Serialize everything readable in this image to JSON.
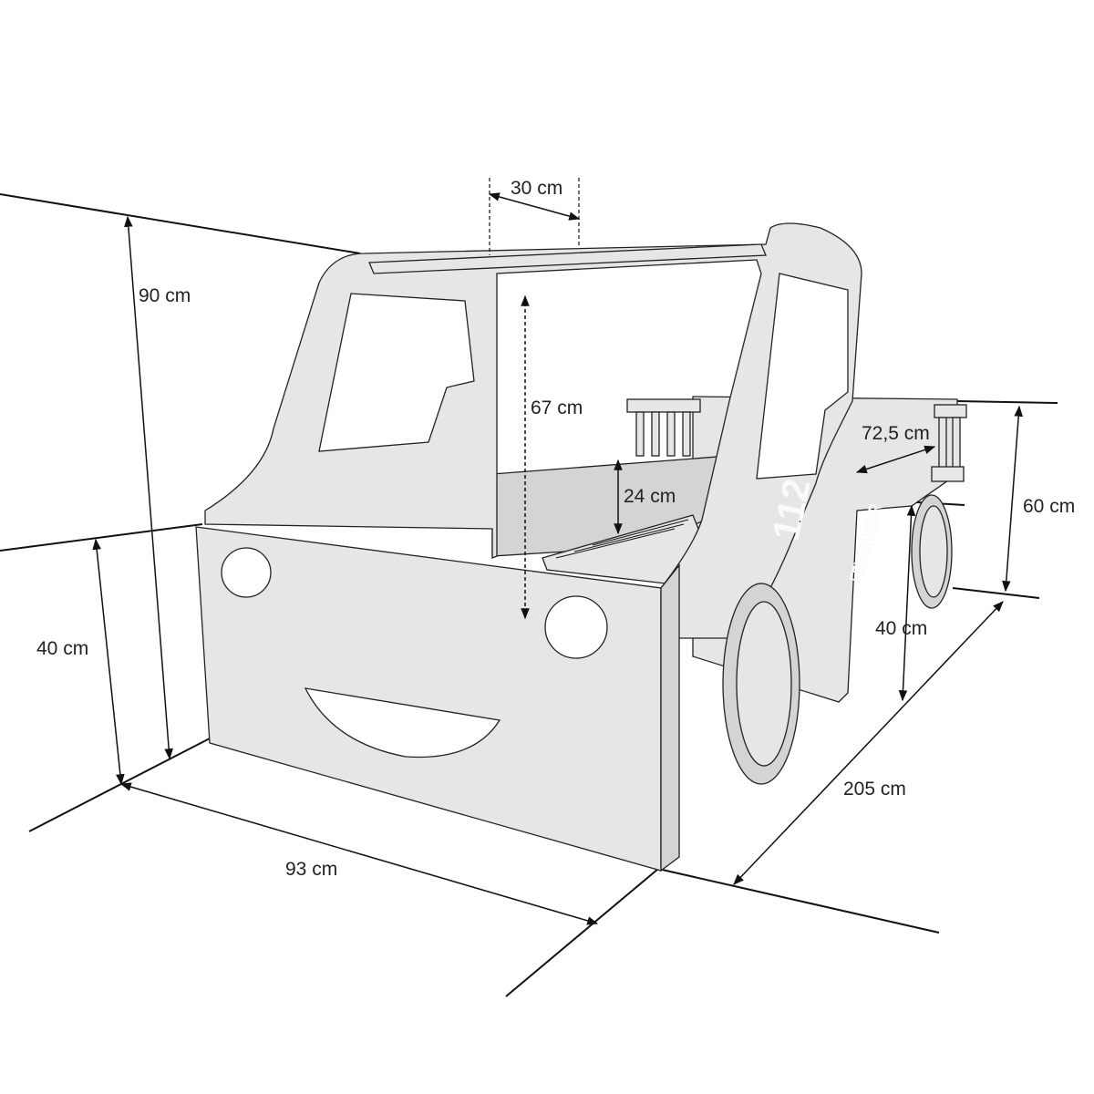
{
  "dimensions": {
    "roof_depth": "30 cm",
    "total_height": "90 cm",
    "inner_height": "67 cm",
    "bed_width": "72,5 cm",
    "step_height": "24 cm",
    "rear_height": "60 cm",
    "front_height": "40 cm",
    "side_height": "40 cm",
    "length": "205 cm",
    "width": "93 cm"
  },
  "decals": {
    "emergency_number": "112",
    "side_text": "FEUERWEHR"
  },
  "colors": {
    "body": "#e6e6e6",
    "lines": "#111111"
  }
}
